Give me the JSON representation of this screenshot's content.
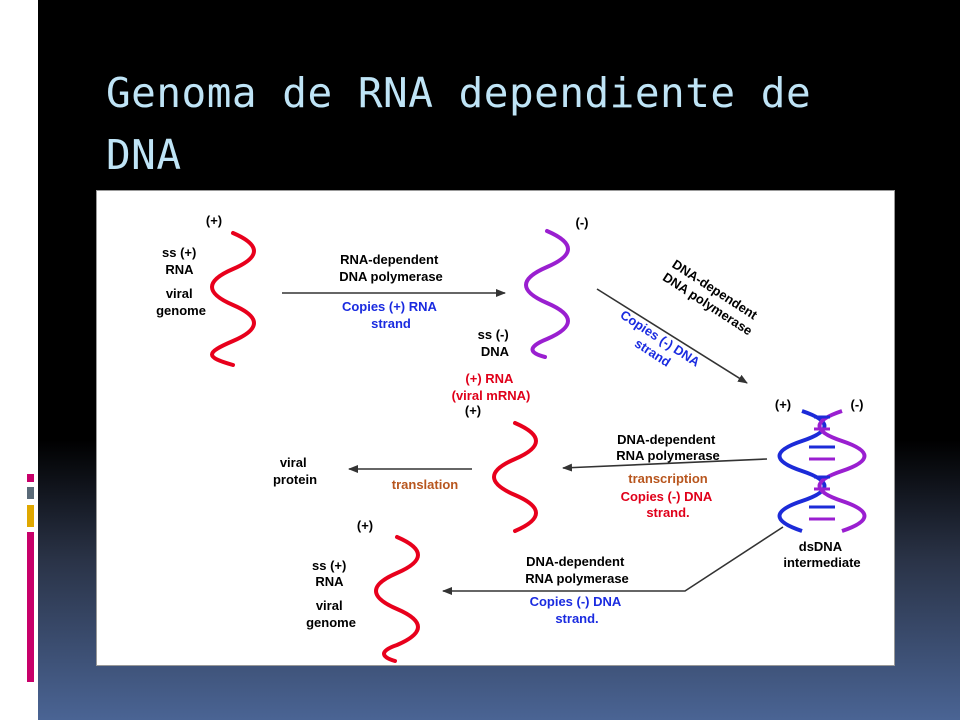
{
  "slide": {
    "title": "Genoma de RNA dependiente de DNA"
  },
  "colors": {
    "title": "#bfe4f6",
    "rna_strand": "#e8001c",
    "dna_minus_strand": "#9a1fd0",
    "ds_plus": "#1c2bd8",
    "ds_minus": "#9a1fd0",
    "arrow": "#333333",
    "blue_text": "#1a2be0",
    "brown_text": "#b8561e",
    "red_text": "#e0001a",
    "stripe_gray": "#5a6a78",
    "stripe_gold": "#e0a800",
    "stripe_magenta": "#c8006a"
  },
  "diagram": {
    "ss_plus_rna_top": {
      "sign": "(+)",
      "label_lines": [
        "ss (+)",
        "RNA",
        "viral",
        "genome"
      ]
    },
    "step1": {
      "enzyme_lines": [
        "RNA-dependent",
        "DNA polymerase"
      ],
      "note_lines": [
        "Copies (+) RNA",
        "strand"
      ]
    },
    "ss_minus_dna": {
      "sign": "(-)",
      "label_lines": [
        "ss (-)",
        "DNA"
      ]
    },
    "step2": {
      "enzyme_lines": [
        "DNA-dependent",
        "DNA polymerase"
      ],
      "note_lines": [
        "Copies (-) DNA",
        "strand"
      ]
    },
    "mrna": {
      "label_lines": [
        "(+) RNA",
        "(viral mRNA)"
      ],
      "sign": "(+)"
    },
    "dsdna": {
      "plus_sign": "(+)",
      "minus_sign": "(-)",
      "label_lines": [
        "dsDNA",
        "intermediate"
      ]
    },
    "step3": {
      "enzyme_lines": [
        "DNA-dependent",
        "RNA polymerase"
      ],
      "process": "transcription",
      "note_lines": [
        "Copies (-) DNA",
        "strand."
      ]
    },
    "translation": {
      "process": "translation",
      "product_lines": [
        "viral",
        "protein"
      ]
    },
    "ss_plus_rna_bottom": {
      "sign": "(+)",
      "label_lines": [
        "ss (+)",
        "RNA",
        "viral",
        "genome"
      ]
    },
    "step4": {
      "enzyme_lines": [
        "DNA-dependent",
        "RNA polymerase"
      ],
      "note_lines": [
        "Copies (-) DNA",
        "strand."
      ]
    }
  }
}
